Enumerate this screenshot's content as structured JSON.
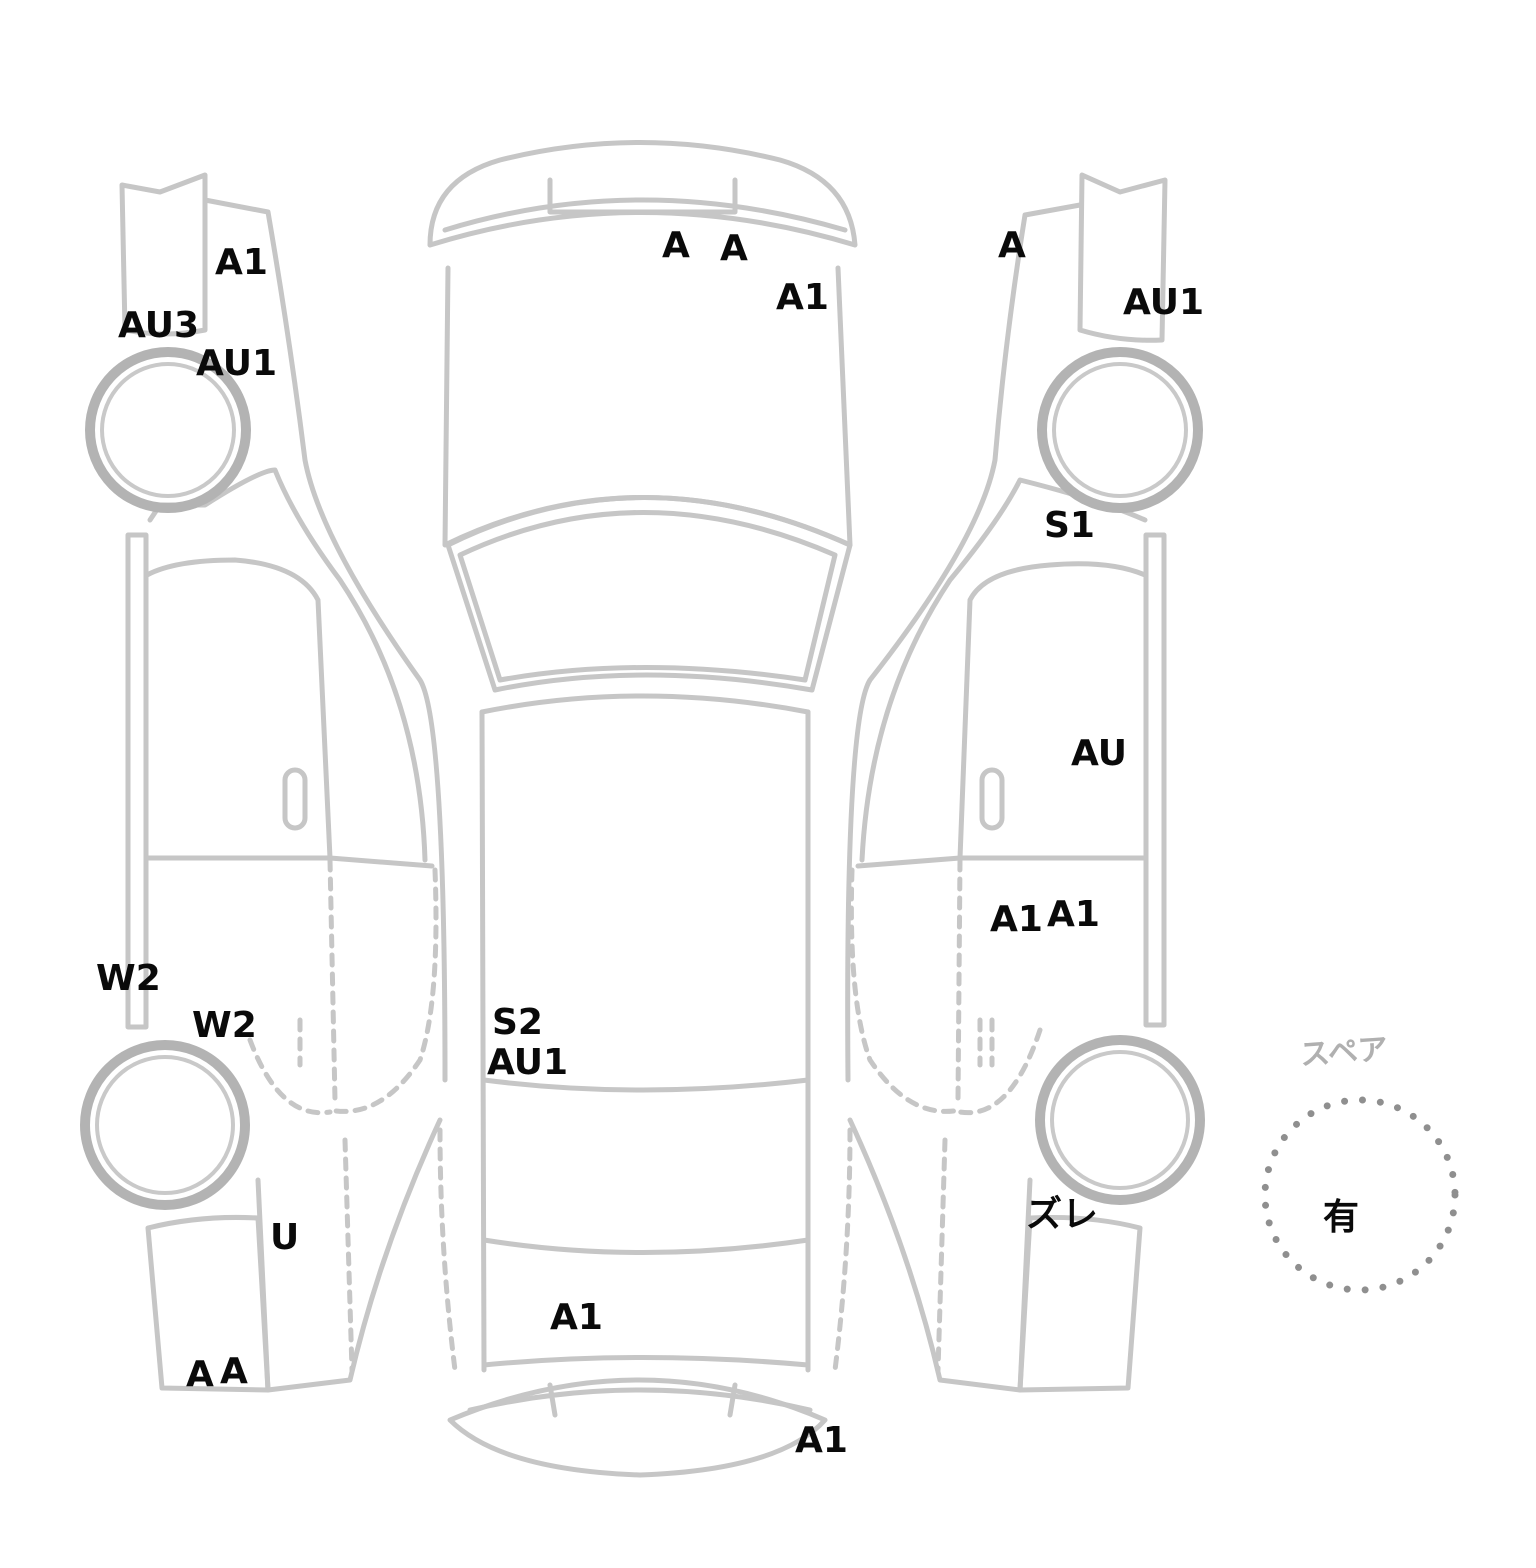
{
  "damage_marks": [
    {
      "id": "left-front-fender-a1",
      "text": "A1"
    },
    {
      "id": "left-front-au3",
      "text": "AU3"
    },
    {
      "id": "left-front-au1",
      "text": "AU1"
    },
    {
      "id": "left-rocker-w2-a",
      "text": "W2"
    },
    {
      "id": "left-rocker-w2-b",
      "text": "W2"
    },
    {
      "id": "left-rear-u",
      "text": "U"
    },
    {
      "id": "left-rear-bumper-a1",
      "text": "A"
    },
    {
      "id": "left-rear-bumper-a2",
      "text": "A"
    },
    {
      "id": "top-front-bumper-a1",
      "text": "A"
    },
    {
      "id": "top-front-bumper-a2",
      "text": "A"
    },
    {
      "id": "top-hood-a1",
      "text": "A1"
    },
    {
      "id": "top-roof-s2",
      "text": "S2"
    },
    {
      "id": "top-roof-au1",
      "text": "AU1"
    },
    {
      "id": "top-trunk-a1",
      "text": "A1"
    },
    {
      "id": "top-rear-bumper-a1",
      "text": "A1"
    },
    {
      "id": "right-front-bumper-a",
      "text": "A"
    },
    {
      "id": "right-front-au1",
      "text": "AU1"
    },
    {
      "id": "right-rocker-s1",
      "text": "S1"
    },
    {
      "id": "right-front-door-au",
      "text": "AU"
    },
    {
      "id": "right-rear-door-a1-a",
      "text": "A1"
    },
    {
      "id": "right-rear-door-a1-b",
      "text": "A1"
    },
    {
      "id": "right-rear-zure",
      "text": "ズレ"
    }
  ],
  "spare": {
    "label": "スペア",
    "value": "有"
  },
  "colors": {
    "outline": "#c6c6c6",
    "tire": "#b3b3b3",
    "text": "#0a0a0a"
  }
}
